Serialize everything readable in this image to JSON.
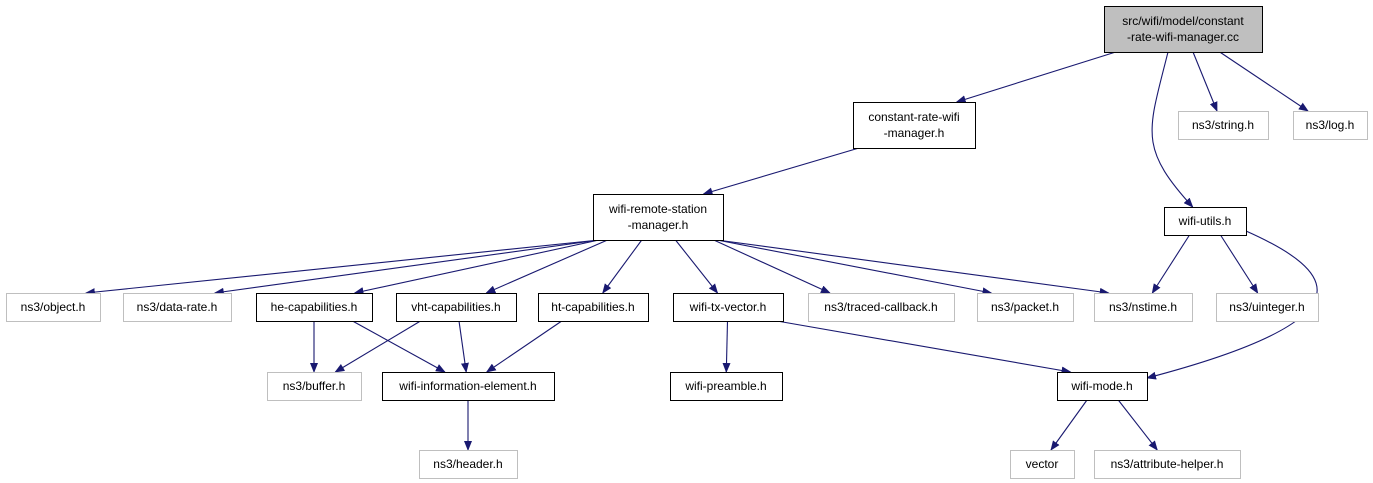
{
  "colors": {
    "edge": "#191970",
    "box_border_solid": "#000000",
    "box_border_external": "#bfbfbf",
    "root_fill": "#bfbfbf",
    "box_fill": "#ffffff",
    "text": "#000000"
  },
  "nodes": [
    {
      "id": "root",
      "lines": [
        "src/wifi/model/constant",
        "-rate-wifi-manager.cc"
      ],
      "style": "root"
    },
    {
      "id": "crwm",
      "lines": [
        "constant-rate-wifi",
        "-manager.h"
      ],
      "style": "solid"
    },
    {
      "id": "string",
      "lines": [
        "ns3/string.h"
      ],
      "style": "external"
    },
    {
      "id": "log",
      "lines": [
        "ns3/log.h"
      ],
      "style": "external"
    },
    {
      "id": "wrsm",
      "lines": [
        "wifi-remote-station",
        "-manager.h"
      ],
      "style": "solid"
    },
    {
      "id": "utils",
      "lines": [
        "wifi-utils.h"
      ],
      "style": "solid"
    },
    {
      "id": "object",
      "lines": [
        "ns3/object.h"
      ],
      "style": "external"
    },
    {
      "id": "datarate",
      "lines": [
        "ns3/data-rate.h"
      ],
      "style": "external"
    },
    {
      "id": "hecap",
      "lines": [
        "he-capabilities.h"
      ],
      "style": "solid"
    },
    {
      "id": "vhtcap",
      "lines": [
        "vht-capabilities.h"
      ],
      "style": "solid"
    },
    {
      "id": "htcap",
      "lines": [
        "ht-capabilities.h"
      ],
      "style": "solid"
    },
    {
      "id": "txvec",
      "lines": [
        "wifi-tx-vector.h"
      ],
      "style": "solid"
    },
    {
      "id": "traced",
      "lines": [
        "ns3/traced-callback.h"
      ],
      "style": "external"
    },
    {
      "id": "packet",
      "lines": [
        "ns3/packet.h"
      ],
      "style": "external"
    },
    {
      "id": "nstime",
      "lines": [
        "ns3/nstime.h"
      ],
      "style": "external"
    },
    {
      "id": "uinteger",
      "lines": [
        "ns3/uinteger.h"
      ],
      "style": "external"
    },
    {
      "id": "buffer",
      "lines": [
        "ns3/buffer.h"
      ],
      "style": "external"
    },
    {
      "id": "wie",
      "lines": [
        "wifi-information-element.h"
      ],
      "style": "solid"
    },
    {
      "id": "preamble",
      "lines": [
        "wifi-preamble.h"
      ],
      "style": "solid"
    },
    {
      "id": "mode",
      "lines": [
        "wifi-mode.h"
      ],
      "style": "solid"
    },
    {
      "id": "header",
      "lines": [
        "ns3/header.h"
      ],
      "style": "external"
    },
    {
      "id": "vector",
      "lines": [
        "vector"
      ],
      "style": "external"
    },
    {
      "id": "attr",
      "lines": [
        "ns3/attribute-helper.h"
      ],
      "style": "external"
    }
  ],
  "edges": [
    {
      "from": "root",
      "to": "crwm"
    },
    {
      "from": "root",
      "to": "string"
    },
    {
      "from": "root",
      "to": "log"
    },
    {
      "from": "root",
      "to": "utils"
    },
    {
      "from": "crwm",
      "to": "wrsm"
    },
    {
      "from": "wrsm",
      "to": "object"
    },
    {
      "from": "wrsm",
      "to": "datarate"
    },
    {
      "from": "wrsm",
      "to": "hecap"
    },
    {
      "from": "wrsm",
      "to": "vhtcap"
    },
    {
      "from": "wrsm",
      "to": "htcap"
    },
    {
      "from": "wrsm",
      "to": "txvec"
    },
    {
      "from": "wrsm",
      "to": "traced"
    },
    {
      "from": "wrsm",
      "to": "packet"
    },
    {
      "from": "wrsm",
      "to": "nstime"
    },
    {
      "from": "utils",
      "to": "nstime"
    },
    {
      "from": "utils",
      "to": "uinteger"
    },
    {
      "from": "utils",
      "to": "mode"
    },
    {
      "from": "hecap",
      "to": "buffer"
    },
    {
      "from": "hecap",
      "to": "wie"
    },
    {
      "from": "vhtcap",
      "to": "buffer"
    },
    {
      "from": "vhtcap",
      "to": "wie"
    },
    {
      "from": "htcap",
      "to": "wie"
    },
    {
      "from": "txvec",
      "to": "preamble"
    },
    {
      "from": "txvec",
      "to": "mode"
    },
    {
      "from": "wie",
      "to": "header"
    },
    {
      "from": "mode",
      "to": "vector"
    },
    {
      "from": "mode",
      "to": "attr"
    }
  ]
}
